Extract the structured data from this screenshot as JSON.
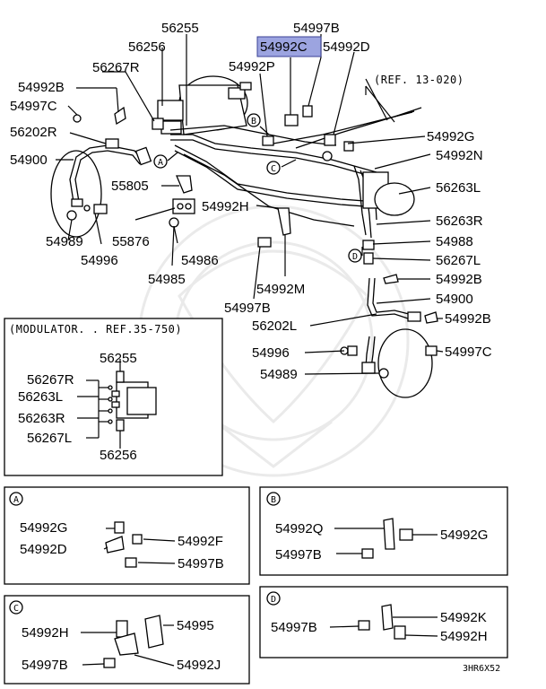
{
  "labels": {
    "p56255": "56255",
    "p54997B_top": "54997B",
    "p56256": "56256",
    "p54992C": "54992C",
    "p54992D": "54992D",
    "p56267R": "56267R",
    "p54992P": "54992P",
    "ref13": "(REF. 13-020)",
    "p54992B_l": "54992B",
    "p54997C_l": "54997C",
    "p56202R": "56202R",
    "p54900_l": "54900",
    "p54992G": "54992G",
    "p54992N": "54992N",
    "p55805": "55805",
    "p56263L": "56263L",
    "p54992H": "54992H",
    "p56263R": "56263R",
    "p54989_l": "54989",
    "p55876": "55876",
    "p54988": "54988",
    "p54996_l": "54996",
    "p54986": "54986",
    "p56267L": "56267L",
    "p54985": "54985",
    "p54992B_r": "54992B",
    "p54992M": "54992M",
    "p54900_r": "54900",
    "p54997B_mid": "54997B",
    "p56202L": "56202L",
    "p54992B_r2": "54992B",
    "p54996_r": "54996",
    "p54997C_r": "54997C",
    "p54989_r": "54989"
  },
  "callouts": {
    "A": "A",
    "B": "B",
    "C": "C",
    "D": "D"
  },
  "modulator": {
    "title": "(MODULATOR. . REF.35-750)",
    "p56255": "56255",
    "p56267R": "56267R",
    "p56263L": "56263L",
    "p56263R": "56263R",
    "p56267L": "56267L",
    "p56256": "56256"
  },
  "detail_a": {
    "letter": "A",
    "p54992G": "54992G",
    "p54992D": "54992D",
    "p54992F": "54992F",
    "p54997B": "54997B"
  },
  "detail_b": {
    "letter": "B",
    "p54992Q": "54992Q",
    "p54992G": "54992G",
    "p54997B": "54997B"
  },
  "detail_c": {
    "letter": "C",
    "p54992H": "54992H",
    "p54995": "54995",
    "p54997B": "54997B",
    "p54992J": "54992J"
  },
  "detail_d": {
    "letter": "D",
    "p54997B": "54997B",
    "p54992K": "54992K",
    "p54992H": "54992H"
  },
  "diagram_code": "3HR6X52",
  "highlight_color": "#7b86d6"
}
